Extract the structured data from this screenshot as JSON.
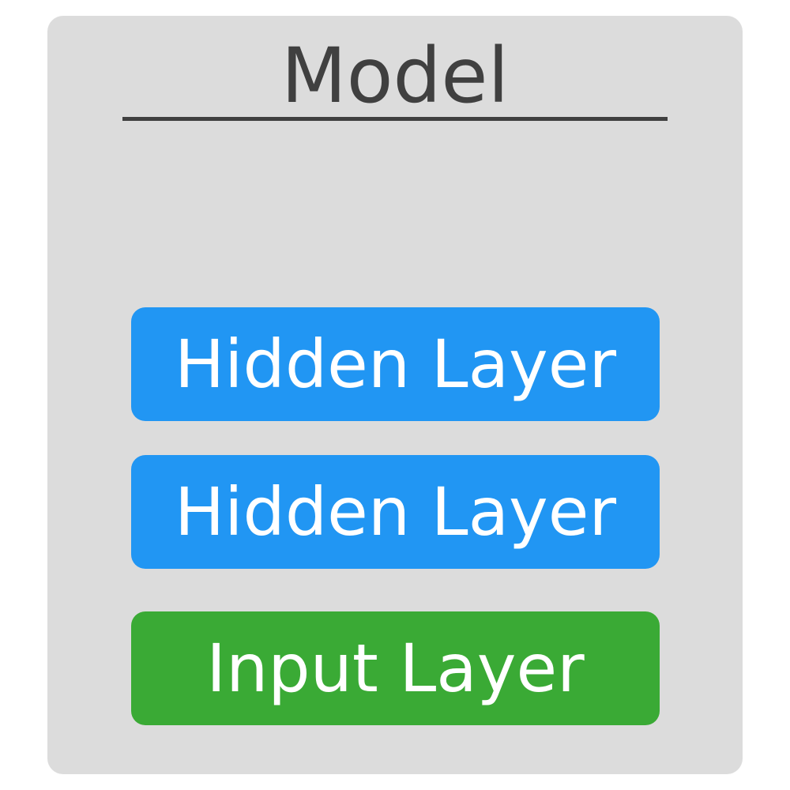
{
  "title": "Model",
  "layers": [
    {
      "label": "Hidden Layer",
      "color": "#2196f3"
    },
    {
      "label": "Hidden Layer",
      "color": "#2196f3"
    },
    {
      "label": "Input Layer",
      "color": "#3aaa35"
    }
  ]
}
